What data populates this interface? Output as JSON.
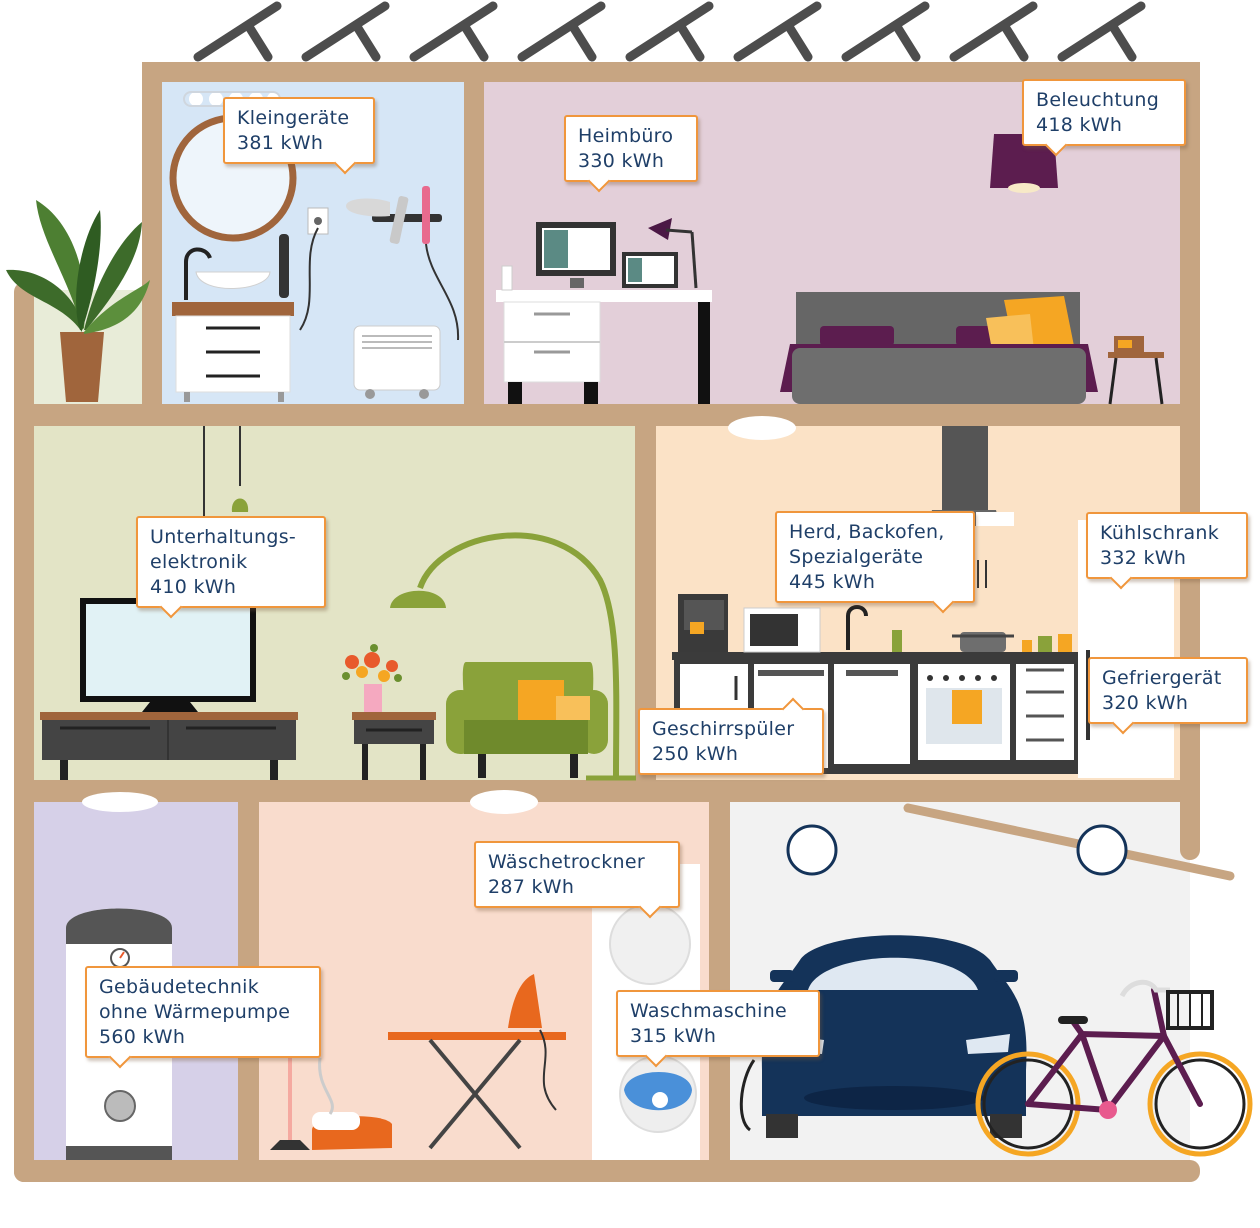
{
  "colors": {
    "frame": "#c7a582",
    "label_border": "#f0963c",
    "label_text": "#1f3f68",
    "bath": "#d6e6f6",
    "bedroom": "#e3cfd9",
    "living": "#e3e4c6",
    "kitchen": "#fbe2c6",
    "utility": "#d6d0e8",
    "laundry": "#f9dccd",
    "garage": "#f2f2f2",
    "car": "#143359",
    "accent_orange": "#f5a623",
    "accent_purple": "#5c1d4f",
    "accent_green": "#8aa23a"
  },
  "labels": [
    {
      "id": "kleingeraete",
      "lines": [
        "Kleingeräte",
        "381 kWh"
      ]
    },
    {
      "id": "heimbuero",
      "lines": [
        "Heimbüro",
        "330 kWh"
      ]
    },
    {
      "id": "beleuchtung",
      "lines": [
        "Beleuchtung",
        "418 kWh"
      ]
    },
    {
      "id": "unterhaltung",
      "lines": [
        "Unterhaltungs-",
        "elektronik",
        "410 kWh"
      ]
    },
    {
      "id": "herd",
      "lines": [
        "Herd, Backofen,",
        "Spezialgeräte",
        "445 kWh"
      ]
    },
    {
      "id": "kuehlschrank",
      "lines": [
        "Kühlschrank",
        "332 kWh"
      ]
    },
    {
      "id": "gefrier",
      "lines": [
        "Gefriergerät",
        "320 kWh"
      ]
    },
    {
      "id": "geschirr",
      "lines": [
        "Geschirrspüler",
        "250 kWh"
      ]
    },
    {
      "id": "trockner",
      "lines": [
        "Wäschetrockner",
        "287 kWh"
      ]
    },
    {
      "id": "gebaeude",
      "lines": [
        "Gebäudetechnik",
        "ohne Wärmepumpe",
        "560 kWh"
      ]
    },
    {
      "id": "waschmaschine",
      "lines": [
        "Waschmaschine",
        "315 kWh"
      ]
    }
  ]
}
